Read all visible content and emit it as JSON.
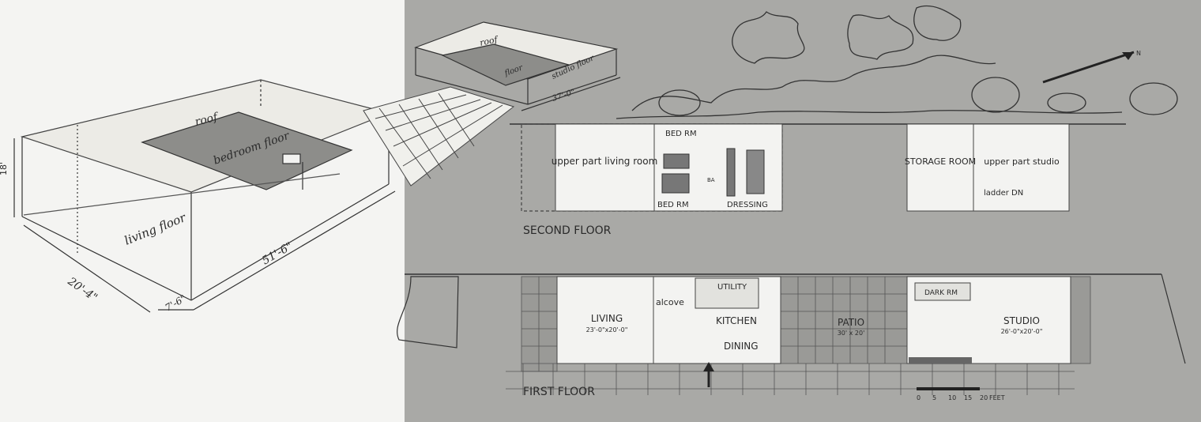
{
  "axonometric": {
    "big_volume": {
      "roof_label": "roof",
      "bedroom_floor_label": "bedroom floor",
      "living_floor_label": "living floor",
      "height_label": "18'",
      "width_label": "20'-4\"",
      "length_label": "51'-6\"",
      "offset_label": "7'-6\""
    },
    "studio_volume": {
      "roof_label": "roof",
      "floor_label": "floor",
      "dimension_label": "studio floor",
      "size_label": "37'-0\""
    }
  },
  "plans": {
    "second_floor": {
      "title": "SECOND FLOOR",
      "rooms": {
        "upper_living": "upper part living room",
        "bed_rm_1": "BED RM",
        "bed_rm_2": "BED RM",
        "dressing": "DRESSING",
        "bath": "BA",
        "storage": "STORAGE ROOM",
        "upper_studio": "upper part studio",
        "ladder": "ladder DN"
      }
    },
    "first_floor": {
      "title": "FIRST FLOOR",
      "rooms": {
        "living": "LIVING",
        "living_size": "23'-0\"x20'-0\"",
        "alcove": "alcove",
        "utility": "UTILITY",
        "kitchen": "KITCHEN",
        "dining": "DINING",
        "patio": "PATIO",
        "patio_size": "30' x 20'",
        "dark_rm": "DARK RM",
        "studio": "STUDIO",
        "studio_size": "26'-0\"x20'-0\""
      }
    },
    "north_label": "N",
    "scale": {
      "ticks": [
        "0",
        "5",
        "10",
        "15",
        "20"
      ],
      "unit": "FEET"
    }
  }
}
